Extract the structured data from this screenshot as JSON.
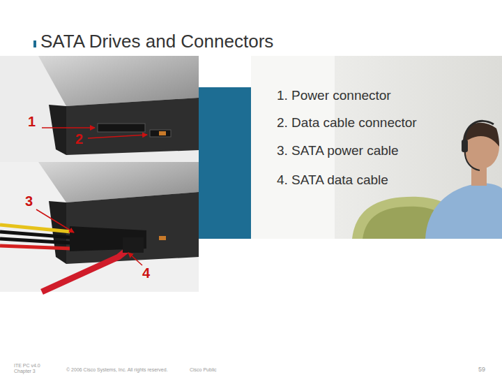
{
  "diagram": {
    "title": "SATA Drives and Connectors",
    "labels": [
      "1. Power connector",
      "2. Data cable connector",
      "3. SATA power cable",
      "4. SATA data cable",
      "1",
      "2",
      "3",
      "4",
      "ITE PC v4.0 Chapter 3",
      "© 2006 Cisco Systems, Inc. All rights reserved.",
      "Cisco Public",
      "59"
    ]
  }
}
